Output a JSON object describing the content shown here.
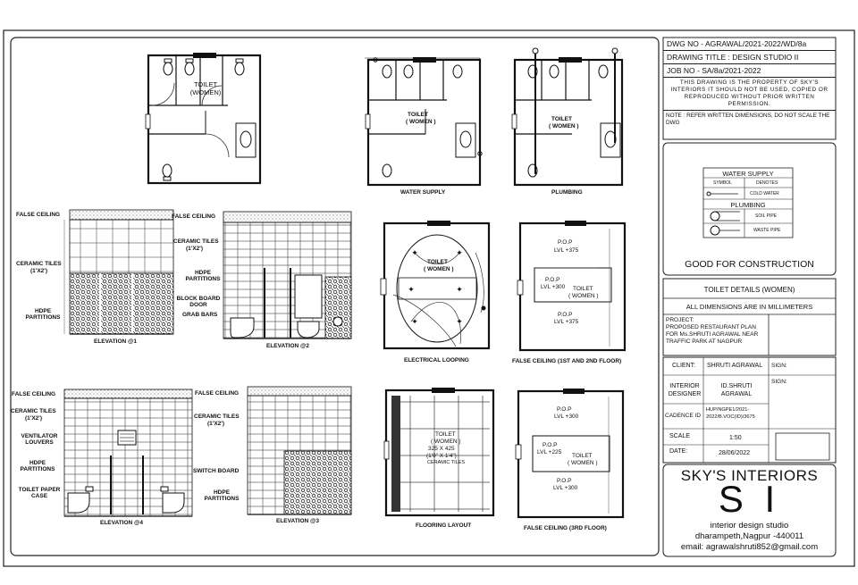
{
  "title_block": {
    "dwg_no": "DWG NO - AGRAWAL/2021-2022/WD/8a",
    "drawing_title": "DRAWING TITLE : DESIGN STUDIO II",
    "job_no": "JOB NO - SA/8a/2021-2022",
    "property_notice": "THIS DRAWING IS THE PROPERTY OF SKY'S INTERIORS IT SHOULD NOT BE USED, COPIED OR REPRODUCED WITHOUT PRIOR WRITTEN PERMISSION.",
    "note": "NOTE : REFER WRITTEN DIMENSIONS, DO NOT SCALE THE DWG",
    "legend": {
      "water_supply_title": "WATER SUPPLY",
      "symbol_header": "SYMBOL",
      "denotes_header": "DENOTES",
      "cold_water": "COLD WATER",
      "plumbing_title": "PLUMBING",
      "soil_pipe": "SOIL PIPE",
      "waste_pipe": "WASTE PIPE"
    },
    "status": "GOOD FOR CONSTRUCTION",
    "sheet_title": "TOILET DETAILS (WOMEN)",
    "dimensions_note": "ALL DIMENSIONS ARE IN MILLIMETERS",
    "project_label": "PROJECT:",
    "project_text": "PROPOSED RESTAURANT PLAN FOR Ms.SHRUTI AGRAWAL NEAR TRAFFIC PARK AT NAGPUR",
    "client_label": "CLIENT:",
    "client_value": "SHRUTI AGRAWAL",
    "sign_label": "SIGN:",
    "designer_label": "INTERIOR DESIGNER",
    "designer_value": "ID.SHRUTI AGRAWAL",
    "cadence_label": "CADENCE ID",
    "cadence_value": "HUP/NGPE1/2021-2022/B.VOC(ID)/3675",
    "scale_label": "SCALE",
    "scale_value": "1:50",
    "date_label": "DATE:",
    "date_value": "28/06/2022",
    "studio_name": "SKY'S INTERIORS",
    "logo_text": "S I",
    "studio_tagline": "interior design studio",
    "studio_address": "dharampeth,Nagpur -440011",
    "studio_email": "email: agrawalshruti852@gmail.com"
  },
  "plans": {
    "toilet_women": "TOILET (WOMEN)",
    "water_supply": "WATER SUPPLY",
    "plumbing": "PLUMBING",
    "electrical_looping": "ELECTRICAL LOOPING",
    "false_ceiling_12": "FALSE CEILING (1ST AND 2ND FLOOR)",
    "false_ceiling_3": "FALSE CEILING (3RD FLOOR)",
    "flooring_layout": "FLOORING LAYOUT",
    "toilet_label": "TOILET",
    "women_label": "( WOMEN )",
    "pop": "P.O.P",
    "lvl_375": "LVL +375",
    "lvl_300": "LVL +300",
    "lvl_225": "LVL +225",
    "tile_size_mm": "325 X 425",
    "tile_size_in": "(1'0\" X 1'4\")",
    "ceramic_tiles": "CERAMIC TILES"
  },
  "elevations": {
    "e1": "ELEVATION @1",
    "e2": "ELEVATION @2",
    "e3": "ELEVATION @3",
    "e4": "ELEVATION @4",
    "false_ceiling": "FALSE CEILING",
    "ceramic_tiles": "CERAMIC TILES",
    "tile_size": "(1'X2')",
    "hdpe_partitions": "HDPE PARTITIONS",
    "block_board_door": "BLOCK BOARD DOOR",
    "grab_bars": "GRAB BARS",
    "ventilator_louvers": "VENTILATOR LOUVERS",
    "toilet_paper_case": "TOILET PAPER CASE",
    "switch_board": "SWITCH BOARD"
  }
}
